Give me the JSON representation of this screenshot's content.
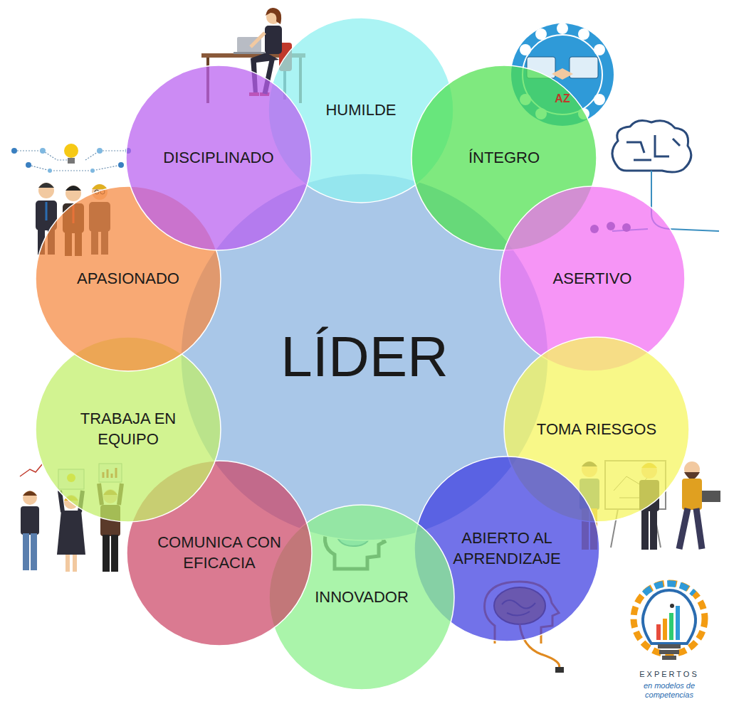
{
  "diagram": {
    "nodes": [
      {
        "text": [
          "LÍDER"
        ]
      },
      {
        "text": [
          "HUMILDE"
        ]
      },
      {
        "text": [
          "ÍNTEGRO"
        ]
      },
      {
        "text": [
          "ASERTIVO"
        ]
      },
      {
        "text": [
          "TOMA RIESGOS"
        ]
      },
      {
        "text": [
          "ABIERTO AL APRENDIZAJE"
        ]
      },
      {
        "text": [
          "INNOVADOR"
        ]
      },
      {
        "text": [
          "COMUNICA CON EFICACIA"
        ]
      },
      {
        "text": [
          "TRABAJA EN EQUIPO"
        ]
      },
      {
        "text": [
          "APASIONADO"
        ]
      },
      {
        "text": [
          "DISCIPLINADO"
        ]
      }
    ],
    "labels": [
      "AZ",
      "EXPERTOS",
      "en modelos de competencias"
    ]
  }
}
